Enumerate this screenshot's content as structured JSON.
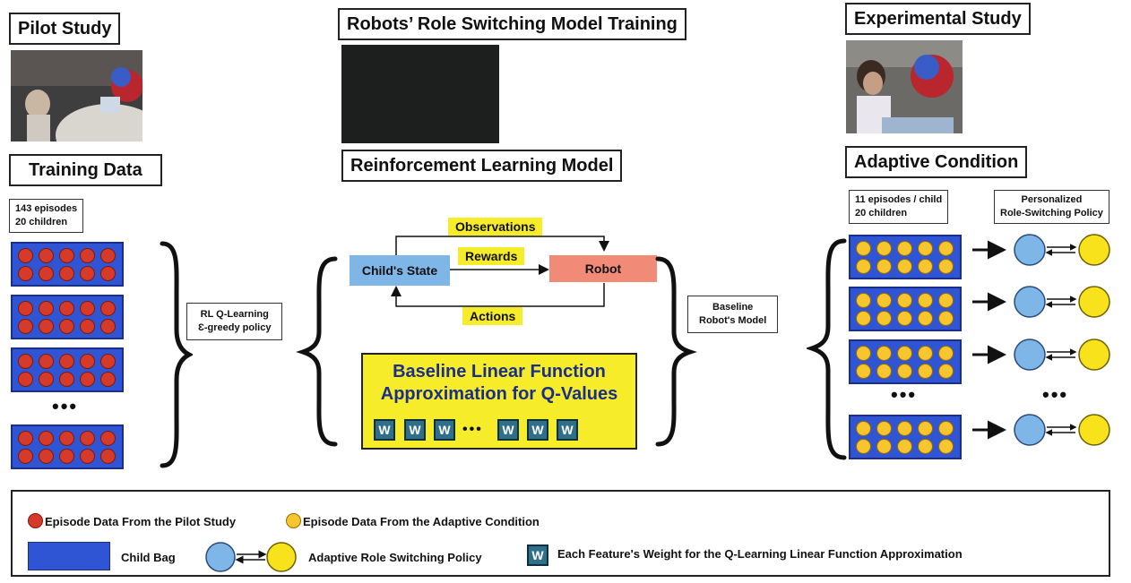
{
  "titles": {
    "pilot": "Pilot Study",
    "training_data": "Training Data",
    "rs_model": "Robots’ Role Switching Model Training",
    "rl_model": "Reinforcement Learning Model",
    "experimental": "Experimental Study",
    "adaptive": "Adaptive Condition"
  },
  "left": {
    "episodes": "143 episodes",
    "children": "20 children",
    "rl_line1": "RL Q-Learning",
    "rl_line2": "Ɛ-greedy policy"
  },
  "middle": {
    "observations": "Observations",
    "rewards": "Rewards",
    "actions": "Actions",
    "state": "Child's State",
    "robot": "Robot",
    "baseline_line1": "Baseline Linear Function",
    "baseline_line2": "Approximation for Q-Values",
    "w": "W",
    "baseline_model_line1": "Baseline",
    "baseline_model_line2": "Robot's Model"
  },
  "right": {
    "episodes": "11 episodes / child",
    "children": "20 children",
    "policy_line1": "Personalized",
    "policy_line2": "Role-Switching Policy"
  },
  "ellipsis": "•••",
  "legend": {
    "pilot_data": "Episode Data From the Pilot Study",
    "adaptive_data": "Episode Data From the Adaptive Condition",
    "child_bag": "Child Bag",
    "policy": "Adaptive Role Switching Policy",
    "weight": "Each Feature's Weight for the Q-Learning Linear Function Approximation"
  },
  "colors": {
    "bag_blue": "#2f55d4",
    "pilot_red": "#d63a28",
    "adaptive_yellow": "#f7c52d",
    "state_blue": "#7fb6e8",
    "robot_salmon": "#f28a78",
    "highlight_yellow": "#f6ec2a",
    "weight_teal": "#2f6f8a"
  }
}
